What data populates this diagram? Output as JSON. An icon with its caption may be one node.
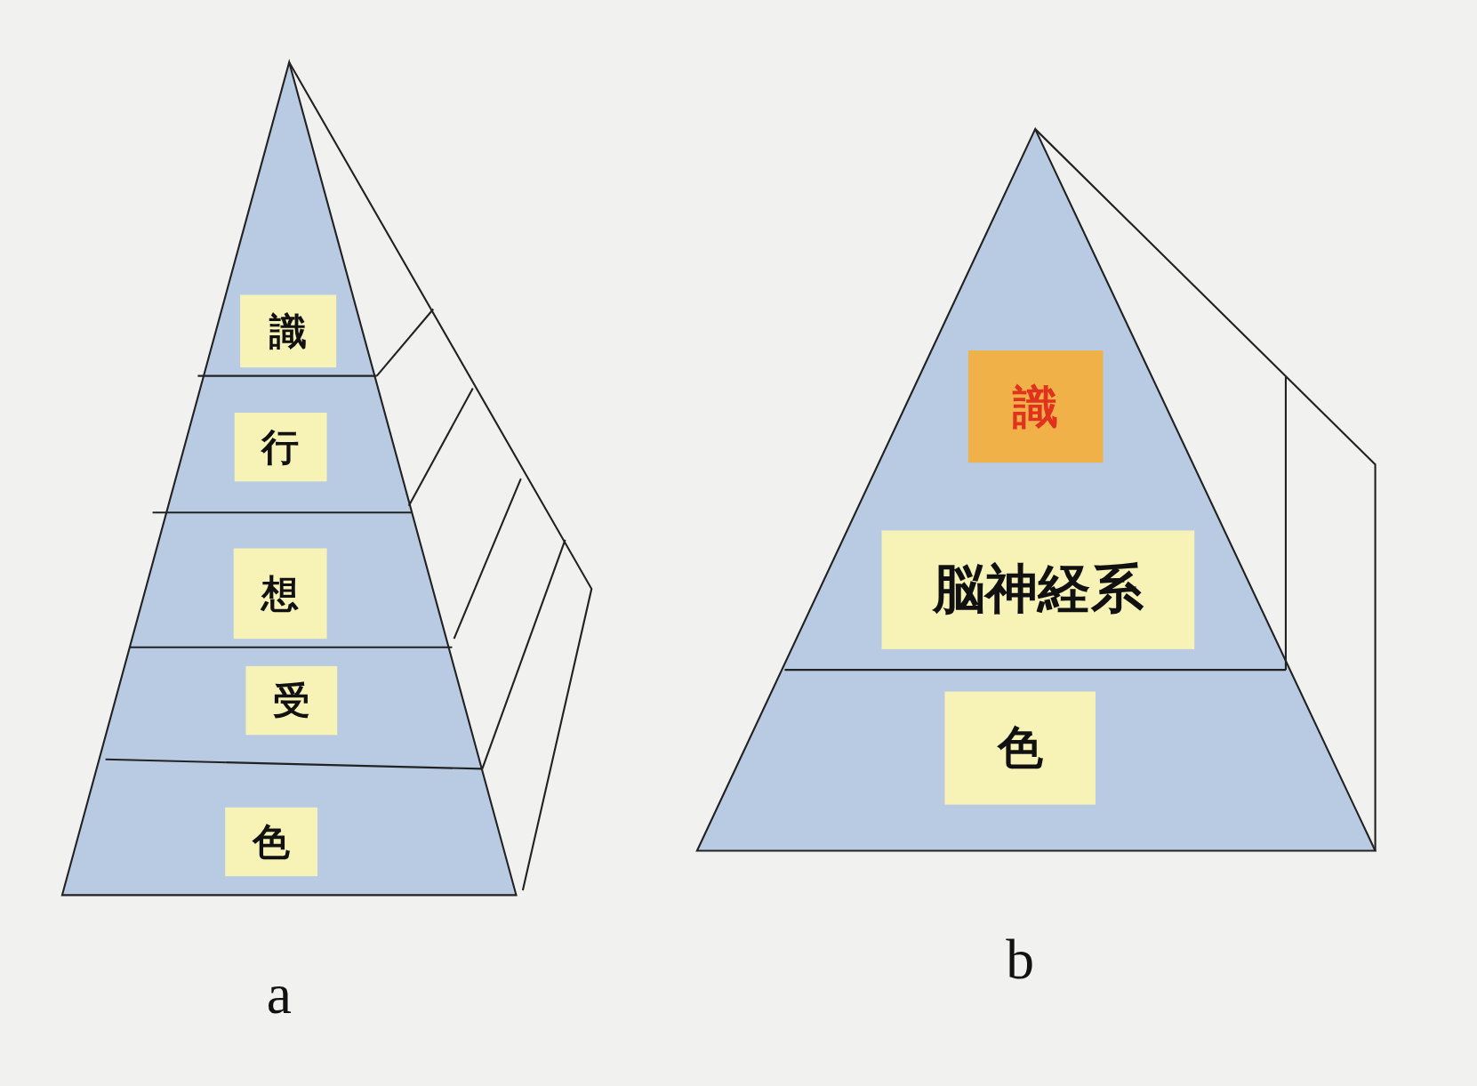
{
  "diagram": {
    "nodes": [
      {
        "text": [
          "識"
        ]
      },
      {
        "text": [
          "行"
        ]
      },
      {
        "text": [
          "想"
        ]
      },
      {
        "text": [
          "受"
        ]
      },
      {
        "text": [
          "色"
        ]
      },
      {
        "text": [
          "識"
        ]
      },
      {
        "text": [
          "脳神経系"
        ]
      },
      {
        "text": [
          "色"
        ]
      }
    ],
    "labels": [
      "a",
      "b"
    ]
  }
}
